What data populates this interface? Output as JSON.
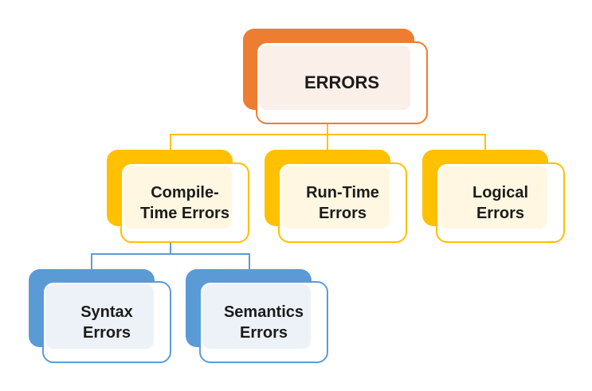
{
  "diagram": {
    "type": "hierarchy",
    "root": {
      "label": "ERRORS"
    },
    "level2": [
      {
        "label": "Compile-\nTime Errors"
      },
      {
        "label": "Run-Time\nErrors"
      },
      {
        "label": "Logical\nErrors"
      }
    ],
    "level3": [
      {
        "label": "Syntax\nErrors"
      },
      {
        "label": "Semantics\nErrors"
      }
    ],
    "colors": {
      "root_accent": "#ED7D31",
      "root_tint": "#FAEFE9",
      "level2_accent": "#FFC000",
      "level2_tint": "#FFF7E1",
      "level3_accent": "#5B9BD5",
      "level3_tint": "#EDF2F8",
      "text": "#1B1B1B",
      "background": "#FFFFFF"
    }
  }
}
